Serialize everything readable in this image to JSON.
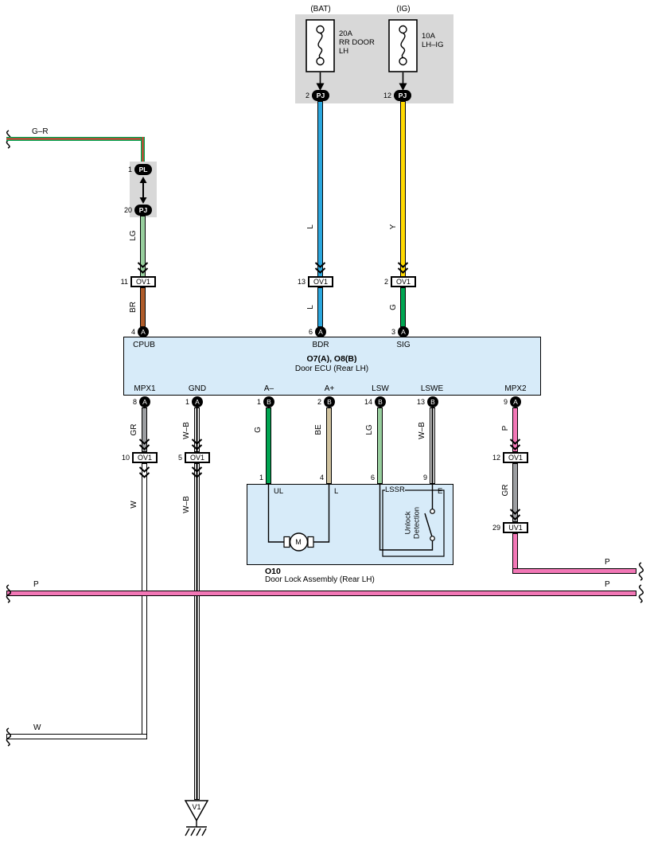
{
  "colors": {
    "blue": "#2BA7DE",
    "yellow": "#FFD900",
    "green": "#00A551",
    "light_green": "#97CE9D",
    "brown": "#AE5B2A",
    "gray": "#9C9EA1",
    "pink": "#F277B6",
    "beige": "#D0C29E",
    "red": "#E8352E",
    "ecu_fill": "#D7EBF9",
    "panel_gray": "#D8D8D8"
  },
  "fuse_panel": {
    "bat": {
      "top_label": "(BAT)",
      "rating": "20A",
      "line1": "RR DOOR",
      "line2": "LH",
      "conn_num": "2",
      "conn_name": "PJ"
    },
    "ig": {
      "top_label": "(IG)",
      "rating": "10A",
      "line1": "LH–IG",
      "conn_num": "12",
      "conn_name": "PJ"
    }
  },
  "gr_entry": {
    "label": "G–R"
  },
  "pl_pj": {
    "conn1_num": "1",
    "conn1_name": "PL",
    "conn2_num": "20",
    "conn2_name": "PJ"
  },
  "branch_cpub": {
    "wire1": "LG",
    "conn_num": "11",
    "conn_name": "OV1",
    "wire2": "BR",
    "pin_num": "4",
    "pin_letter": "A",
    "ecu_label": "CPUB"
  },
  "branch_bdr": {
    "wire1": "L",
    "conn_num": "13",
    "conn_name": "OV1",
    "wire2": "L",
    "pin_num": "6",
    "pin_letter": "A",
    "ecu_label": "BDR"
  },
  "branch_sig": {
    "wire1": "Y",
    "conn_num": "2",
    "conn_name": "OV1",
    "wire2": "G",
    "pin_num": "3",
    "pin_letter": "A",
    "ecu_label": "SIG"
  },
  "ecu": {
    "code": "O7(A), O8(B)",
    "name": "Door ECU (Rear LH)"
  },
  "pins": {
    "mpx1": {
      "label": "MPX1",
      "num": "8",
      "letter": "A"
    },
    "gnd": {
      "label": "GND",
      "num": "1",
      "letter": "A"
    },
    "a_minus": {
      "label": "A–",
      "num": "1",
      "letter": "B"
    },
    "a_plus": {
      "label": "A+",
      "num": "2",
      "letter": "B"
    },
    "lsw": {
      "label": "LSW",
      "num": "14",
      "letter": "B"
    },
    "lswe": {
      "label": "LSWE",
      "num": "13",
      "letter": "B"
    },
    "mpx2": {
      "label": "MPX2",
      "num": "9",
      "letter": "A"
    }
  },
  "branch_mpx1": {
    "wire1": "GR",
    "conn_num": "10",
    "conn_name": "OV1",
    "wire2": "W"
  },
  "branch_gnd": {
    "wire1": "W–B",
    "conn_num": "5",
    "conn_name": "OV1",
    "wire2": "W–B",
    "ground_label": "V1"
  },
  "branch_a_minus": {
    "wire": "G",
    "pin_num": "1",
    "pin_label": "UL"
  },
  "branch_a_plus": {
    "wire": "BE",
    "pin_num": "4",
    "pin_label": "L"
  },
  "branch_lsw": {
    "wire": "LG",
    "pin_num": "6",
    "pin_label": "LSSR"
  },
  "branch_lswe": {
    "wire": "W–B",
    "pin_num": "9",
    "pin_label": "E"
  },
  "branch_mpx2": {
    "wire1": "P",
    "conn1_num": "12",
    "conn1_name": "OV1",
    "wire2": "GR",
    "conn2_num": "29",
    "conn2_name": "UV1",
    "exit_label": "P"
  },
  "lock": {
    "code": "O10",
    "name": "Door Lock Assembly (Rear LH)",
    "motor_label": "M",
    "switch_line1": "Unlock",
    "switch_line2": "Detection"
  },
  "pink_bus": {
    "left_label": "P",
    "right_label": "P"
  },
  "w_entry": {
    "label": "W"
  }
}
